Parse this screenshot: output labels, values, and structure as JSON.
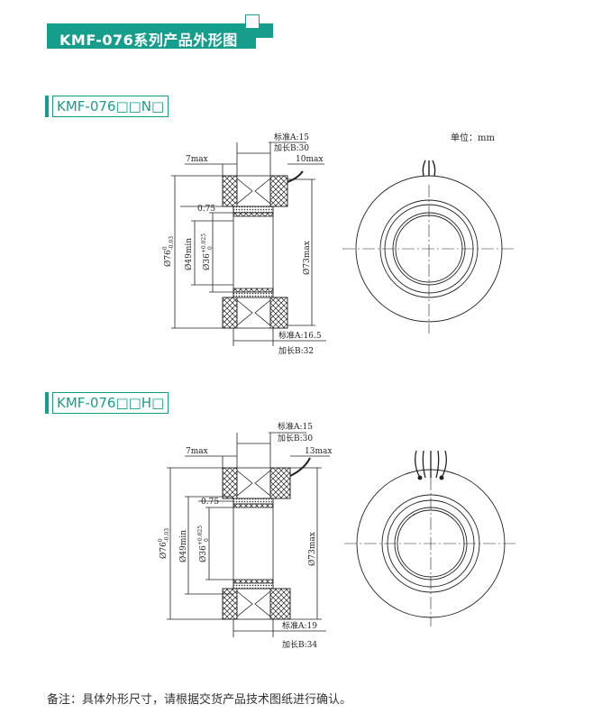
{
  "header": {
    "title": "KMF-076系列产品外形图"
  },
  "unit_label": "单位：mm",
  "sections": [
    {
      "title": "KMF-076□□N□",
      "dims": {
        "top_std": "标准A:15",
        "top_ext": "加长B:30",
        "left_max": "7max",
        "right_max": "10max",
        "gap": "0.75",
        "d76": "Ø76",
        "d76_tol_up": "0",
        "d76_tol_dn": "-0.03",
        "d49": "Ø49min",
        "d36": "Ø36",
        "d36_tol_up": "+0.025",
        "d36_tol_dn": "0",
        "d73": "Ø73max",
        "bot_std": "标准A:16.5",
        "bot_ext": "加长B:32"
      }
    },
    {
      "title": "KMF-076□□H□",
      "dims": {
        "top_std": "标准A:15",
        "top_ext": "加长B:30",
        "left_max": "7max",
        "right_max": "13max",
        "gap": "0.75",
        "d76": "Ø76",
        "d76_tol_up": "0",
        "d76_tol_dn": "-0.03",
        "d49": "Ø49min",
        "d36": "Ø36",
        "d36_tol_up": "+0.025",
        "d36_tol_dn": "0",
        "d73": "Ø73max",
        "bot_std": "标准A:19",
        "bot_ext": "加长B:34"
      }
    }
  ],
  "footer_note": "备注：具体外形尺寸，请根据交货产品技术图纸进行确认。",
  "colors": {
    "accent": "#179d8c"
  }
}
